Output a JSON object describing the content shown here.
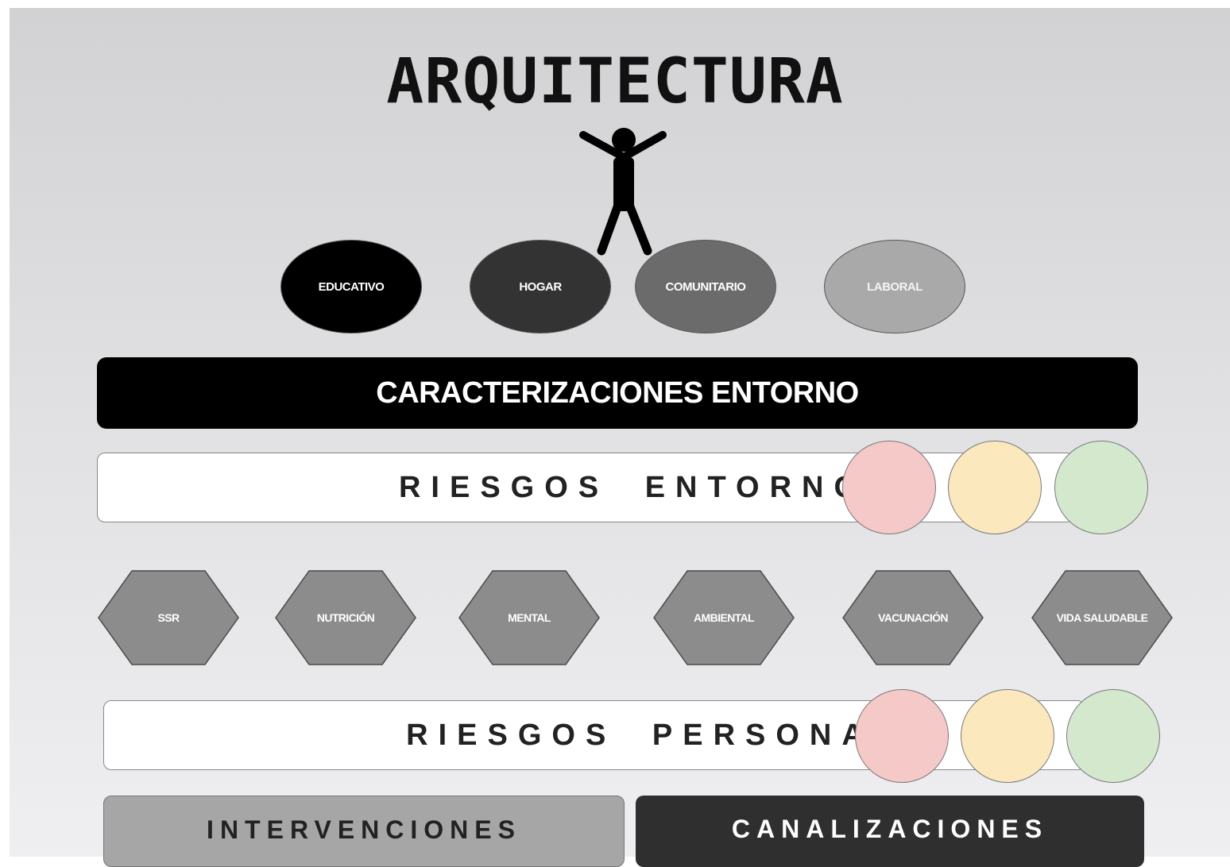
{
  "title": "ARQUITECTURA",
  "environments": [
    {
      "label": "EDUCATIVO",
      "fill": "#000000",
      "text_color": "#ffffff"
    },
    {
      "label": "HOGAR",
      "fill": "#333333",
      "text_color": "#ffffff"
    },
    {
      "label": "COMUNITARIO",
      "fill": "#6b6b6b",
      "text_color": "#ffffff"
    },
    {
      "label": "LABORAL",
      "fill": "#a9a9a9",
      "text_color": "#f4f4f4"
    }
  ],
  "caracterizaciones": "CARACTERIZACIONES ENTORNO",
  "riesgos_entorno": "RIESGOS ENTORNO",
  "riesgos_persona": "RIESGOS PERSONA",
  "traffic_light_colors": [
    "#f4c9c7",
    "#fbe9bd",
    "#d3e8cd"
  ],
  "dimensions": [
    "SSR",
    "NUTRICIÓN",
    "MENTAL",
    "AMBIENTAL",
    "VACUNACIÓN",
    "VIDA SALUDABLE"
  ],
  "hex_fill": "#8c8c8c",
  "intervenciones": "INTERVENCIONES",
  "canalizaciones": "CANALIZACIONES",
  "colors": {
    "intervenciones_bg": "#a6a6a6",
    "canalizaciones_bg": "#2f2f2f"
  }
}
